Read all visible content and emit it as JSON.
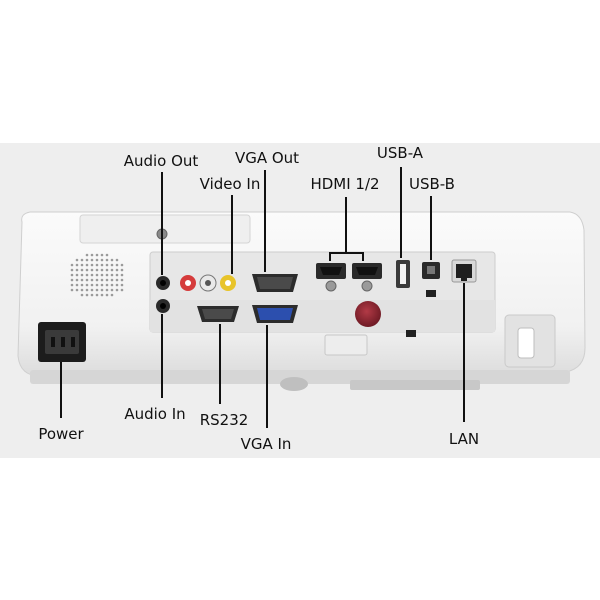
{
  "labels": {
    "audio_out": "Audio Out",
    "vga_out": "VGA Out",
    "usb_a": "USB-A",
    "video_in": "Video In",
    "hdmi": "HDMI 1/2",
    "usb_b": "USB-B",
    "audio_in": "Audio In",
    "rs232": "RS232",
    "vga_in": "VGA In",
    "power": "Power",
    "lan": "LAN"
  },
  "colors": {
    "backdrop": "#eeeeee",
    "body": "#f6f6f6",
    "panel": "#e9e9e9",
    "leader": "#111111",
    "rca_red": "#d53b3b",
    "rca_yellow": "#e8c42a",
    "vga_in_blue": "#2c4fae",
    "sensor": "#8e2430"
  }
}
